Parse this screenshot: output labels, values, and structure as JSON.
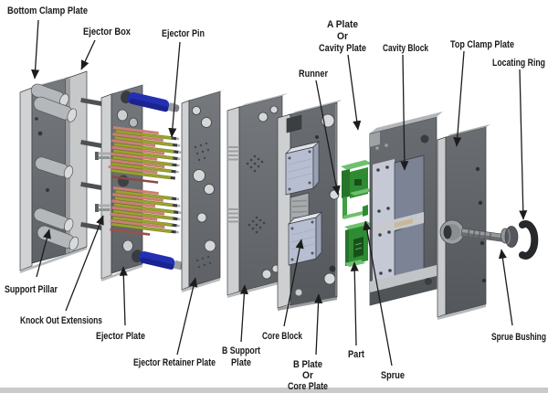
{
  "figure": {
    "type": "exploded-view-diagram",
    "subject": "plastic injection mold assembly"
  },
  "colors": {
    "plate_face": "#6b6e71",
    "plate_face_dark": "#5c5f63",
    "plate_side": "#cfd1d2",
    "plate_top": "#aaadaf",
    "cavity_panel": "#7b8395",
    "core_block_front": "#b7bed1",
    "core_block_top": "#e0e3e9",
    "core_block_side": "#98a0b5",
    "green_light": "#6ec06e",
    "green_mid": "#2f8b33",
    "green_dark": "#1c6020",
    "pin_salmon": "#cb7e74",
    "pin_olive": "#99a22f",
    "pin_blue": "#2330b2",
    "steel_dark": "#3a3d40",
    "bottom_bar": "#c8cacb"
  },
  "labels": {
    "bottom_clamp_plate": {
      "text": "Bottom Clamp Plate"
    },
    "ejector_box": {
      "text": "Ejector Box"
    },
    "ejector_pin": {
      "text": "Ejector Pin"
    },
    "a_plate": {
      "lines": [
        "A Plate",
        "Or",
        "Cavity Plate"
      ]
    },
    "cavity_block": {
      "text": "Cavity Block"
    },
    "top_clamp_plate": {
      "text": "Top Clamp Plate"
    },
    "locating_ring": {
      "text": "Locating Ring"
    },
    "runner": {
      "text": "Runner"
    },
    "support_pillar": {
      "text": "Support Pillar"
    },
    "knock_out_extensions": {
      "text": "Knock Out Extensions"
    },
    "ejector_plate": {
      "text": "Ejector Plate"
    },
    "ejector_retainer_plate": {
      "text": "Ejector Retainer Plate"
    },
    "b_support_plate": {
      "lines": [
        "B Support",
        "Plate"
      ]
    },
    "core_block": {
      "text": "Core Block"
    },
    "b_plate": {
      "lines": [
        "B Plate",
        "Or",
        "Core Plate"
      ]
    },
    "part": {
      "text": "Part"
    },
    "sprue": {
      "text": "Sprue"
    },
    "sprue_bushing": {
      "text": "Sprue Bushing"
    }
  }
}
